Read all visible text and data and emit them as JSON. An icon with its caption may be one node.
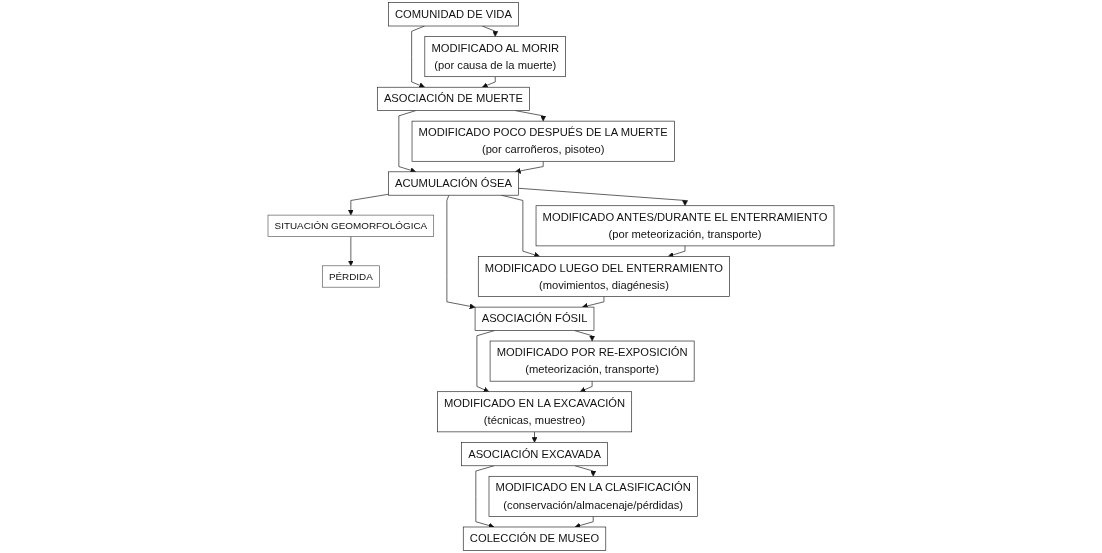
{
  "diagram": {
    "nodes": [
      {
        "text": [
          "COMUNIDAD DE VIDA"
        ]
      },
      {
        "text": [
          "MODIFICADO AL MORIR",
          "(por causa de la muerte)"
        ]
      },
      {
        "text": [
          "ASOCIACIÓN DE MUERTE"
        ]
      },
      {
        "text": [
          "MODIFICADO POCO DESPUÉS DE LA MUERTE",
          "(por carroñeros, pisoteo)"
        ]
      },
      {
        "text": [
          "ACUMULACIÓN ÓSEA"
        ]
      },
      {
        "text": [
          "MODIFICADO ANTES/DURANTE EL ENTERRAMIENTO",
          "(por meteorización, transporte)"
        ]
      },
      {
        "text": [
          "SITUACIÓN GEOMORFOLÓGICA"
        ]
      },
      {
        "text": [
          "PÉRDIDA"
        ]
      },
      {
        "text": [
          "MODIFICADO LUEGO DEL ENTERRAMIENTO",
          "(movimientos, diagénesis)"
        ]
      },
      {
        "text": [
          "ASOCIACIÓN FÓSIL"
        ]
      },
      {
        "text": [
          "MODIFICADO POR RE-EXPOSICIÓN",
          "(meteorización, transporte)"
        ]
      },
      {
        "text": [
          "ASOCIACIÓN EXCAVADA"
        ]
      },
      {
        "text": [
          "MODIFICADO EN LA EXCAVACIÓN",
          "(técnicas, muestreo)"
        ]
      },
      {
        "text": [
          "COLECCIÓN DE MUSEO"
        ]
      },
      {
        "text": [
          "MODIFICADO EN LA CLASIFICACIÓN",
          "(conservación/almacenaje/pérdidas)"
        ]
      }
    ],
    "edges": [
      {
        "from": 0,
        "to": 2,
        "arrow": "to"
      },
      {
        "from": 0,
        "to": 1,
        "arrow": "to"
      },
      {
        "from": 1,
        "to": 2,
        "arrow": "to"
      },
      {
        "from": 2,
        "to": 4,
        "arrow": "to"
      },
      {
        "from": 2,
        "to": 3,
        "arrow": "to"
      },
      {
        "from": 3,
        "to": 4,
        "arrow": "to"
      },
      {
        "from": 4,
        "to": 5,
        "arrow": "to"
      },
      {
        "from": 4,
        "to": 8,
        "arrow": "to"
      },
      {
        "from": 4,
        "to": 6,
        "arrow": "to"
      },
      {
        "from": 4,
        "to": 9,
        "arrow": "to"
      },
      {
        "from": 6,
        "to": 7,
        "arrow": "to"
      },
      {
        "from": 5,
        "to": 8,
        "arrow": "to"
      },
      {
        "from": 8,
        "to": 9,
        "arrow": "to"
      },
      {
        "from": 9,
        "to": 10,
        "arrow": "to"
      },
      {
        "from": 9,
        "to": 12,
        "arrow": "to"
      },
      {
        "from": 10,
        "to": 12,
        "arrow": "to"
      },
      {
        "from": 12,
        "to": 11,
        "arrow": "to"
      },
      {
        "from": 11,
        "to": 13,
        "arrow": "to"
      },
      {
        "from": 11,
        "to": 14,
        "arrow": "to"
      },
      {
        "from": 14,
        "to": 13,
        "arrow": "to"
      }
    ]
  }
}
